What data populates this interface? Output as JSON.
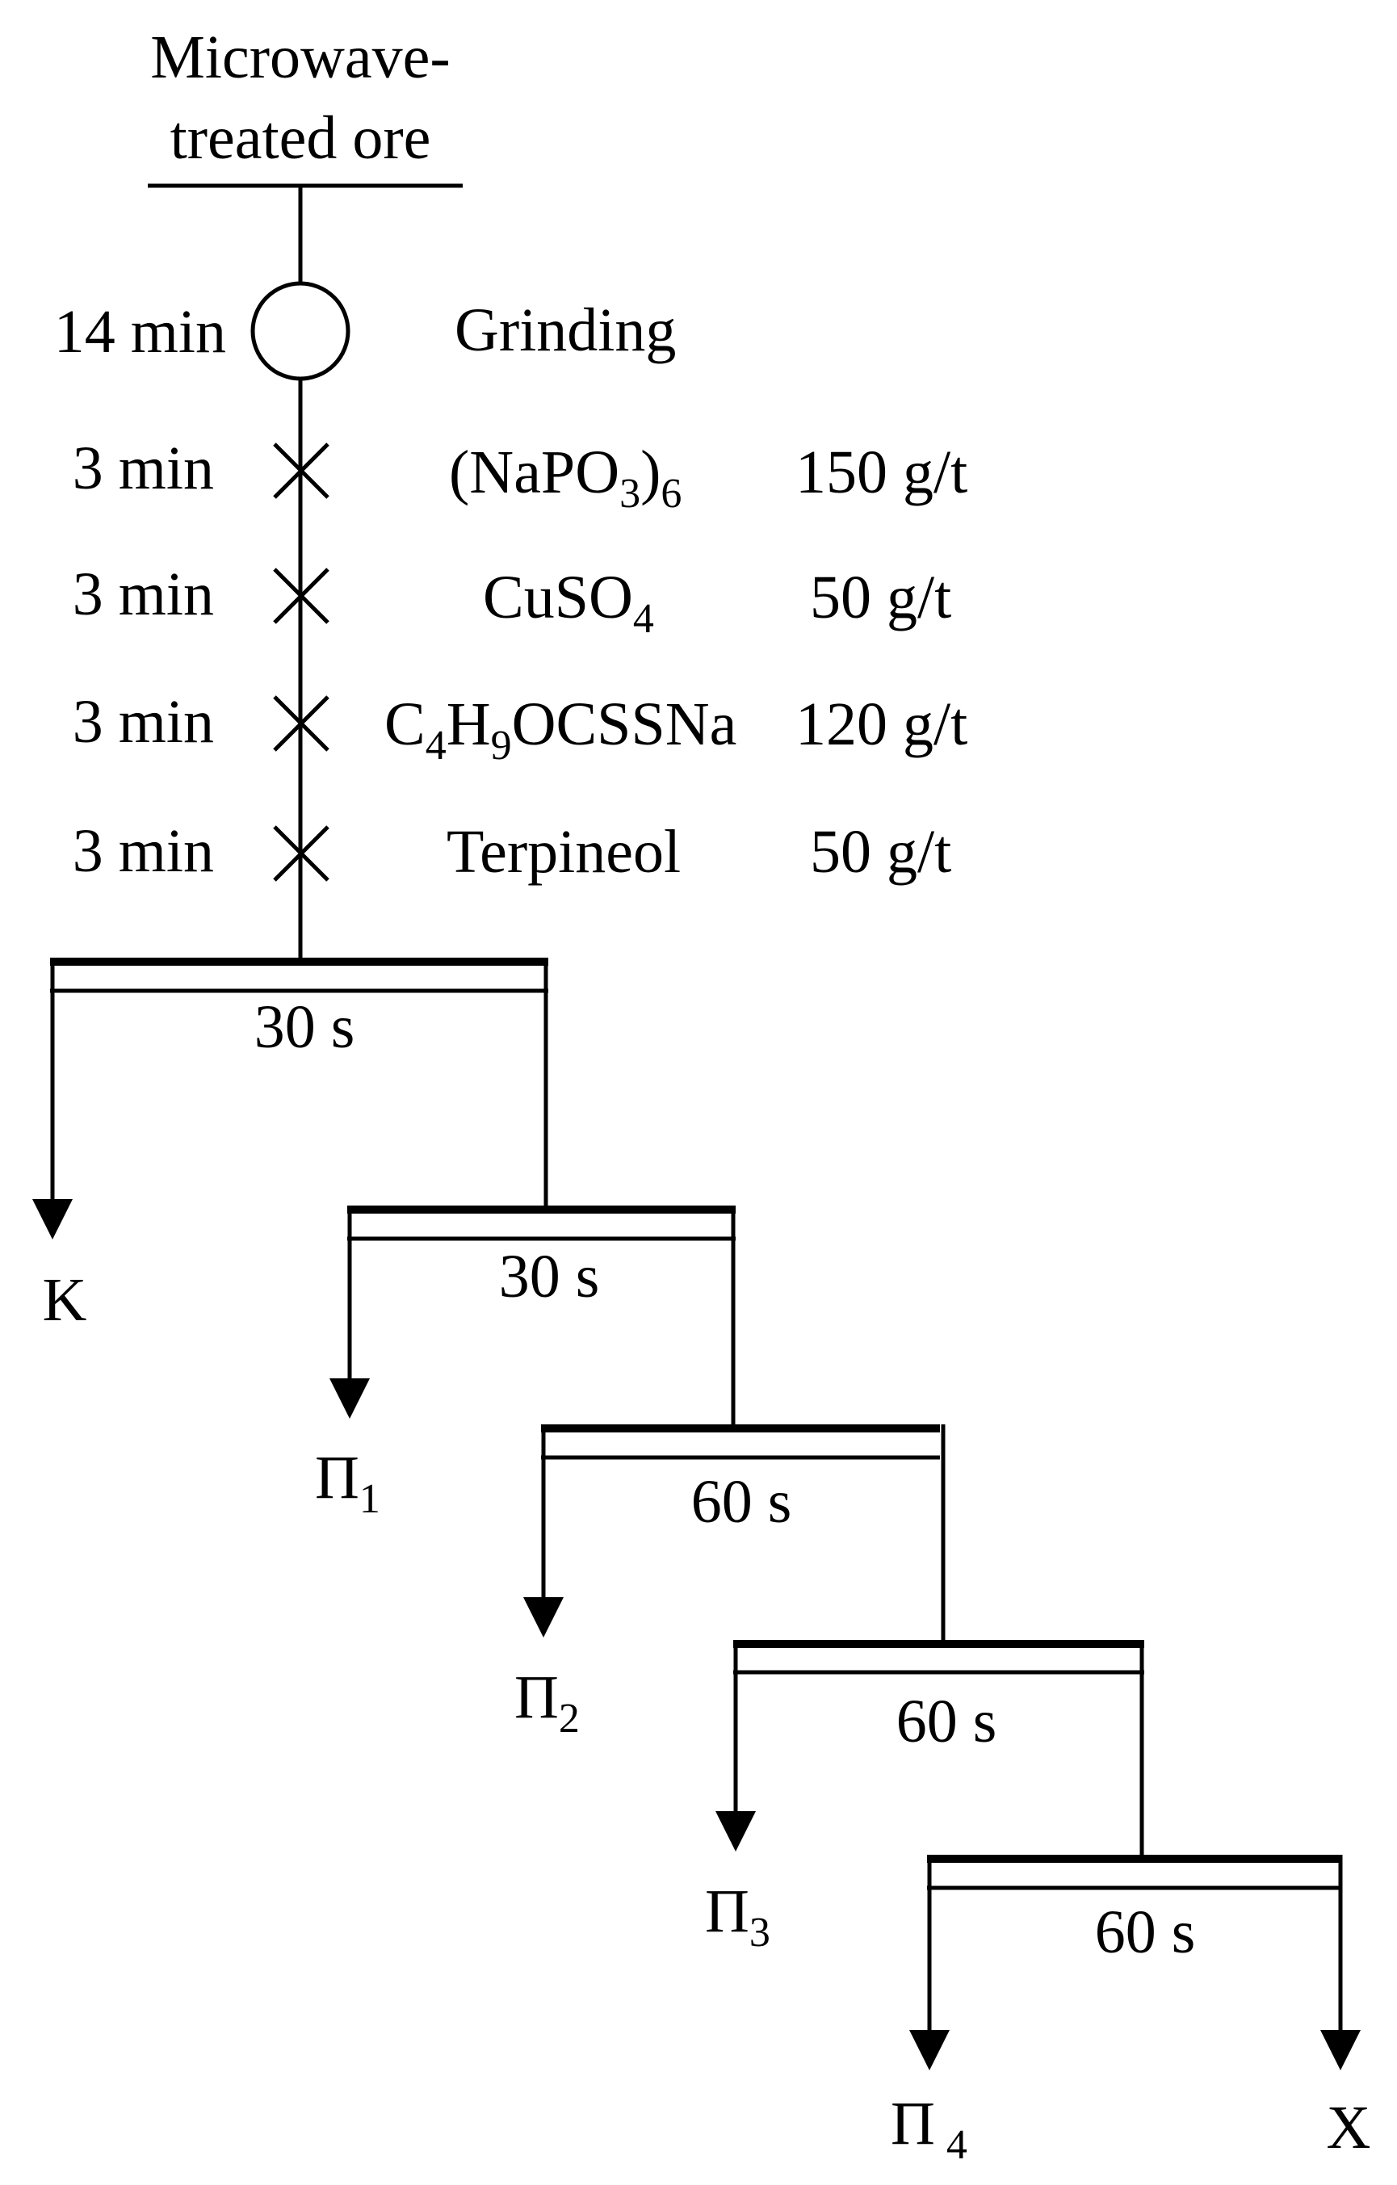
{
  "feed": {
    "line1": "Microwave-",
    "line2": "treated ore"
  },
  "grinding": {
    "time": "14 min",
    "label": "Grinding"
  },
  "reagents": [
    {
      "time": "3 min",
      "main": "(NaPO",
      "sub1": "3",
      "mid": ")",
      "sub2": "6",
      "dose": "150 g/t"
    },
    {
      "time": "3 min",
      "main": "CuSO",
      "sub1": "4",
      "dose": "50 g/t"
    },
    {
      "time": "3 min",
      "main": "C",
      "sub1": "4",
      "mid": "H",
      "sub2": "9",
      "end": "OCSSNa",
      "dose": "120 g/t"
    },
    {
      "time": "3 min",
      "main": "Terpineol",
      "dose": "50 g/t"
    }
  ],
  "stages": [
    {
      "time": "30 s"
    },
    {
      "time": "30 s"
    },
    {
      "time": "60 s"
    },
    {
      "time": "60 s"
    },
    {
      "time": "60 s"
    }
  ],
  "products": [
    {
      "main": "K"
    },
    {
      "main": "Π",
      "sub": "1"
    },
    {
      "main": "Π",
      "sub": "2"
    },
    {
      "main": "Π",
      "sub": "3"
    },
    {
      "main": "Π",
      "sub": "4"
    },
    {
      "main": "X"
    }
  ]
}
